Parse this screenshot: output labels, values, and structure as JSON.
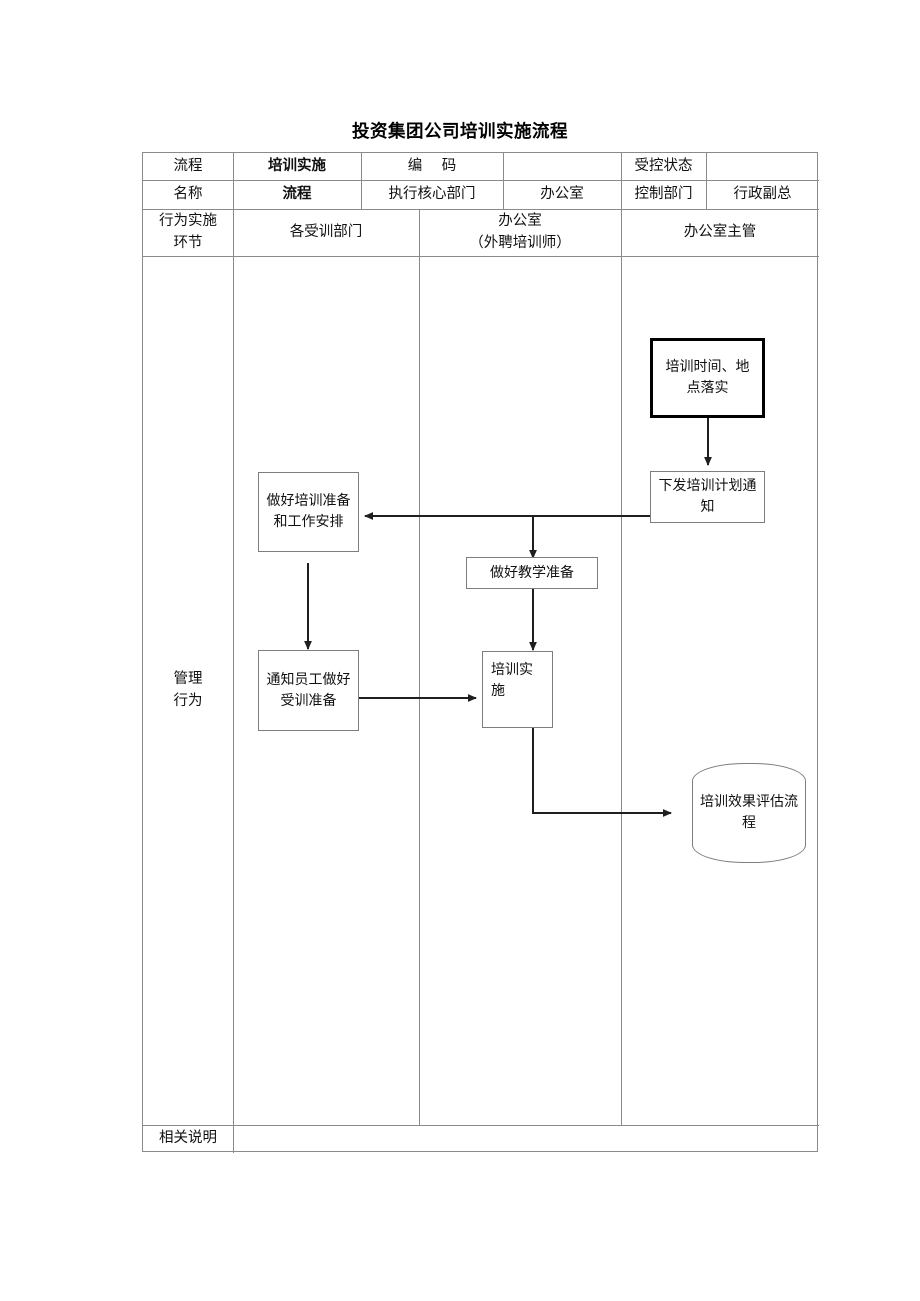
{
  "title": "投资集团公司培训实施流程",
  "header": {
    "row1": {
      "label_flow_name": "流程",
      "value_flow_name": "培训实施",
      "label_code": "编  码",
      "value_code": "",
      "label_controlled_status": "受控状态",
      "value_controlled_status": ""
    },
    "row2": {
      "label_flow_name_2": "名称",
      "value_flow_name_2": "流程",
      "label_core_dept": "执行核心部门",
      "value_core_dept": "办公室",
      "label_control_dept": "控制部门",
      "value_control_dept": "行政副总"
    },
    "row3": {
      "label_stage": "行为实施",
      "label_stage_2": "环节",
      "lane_1": "各受训部门",
      "lane_2_line1": "办公室",
      "lane_2_line2": "（外聘培训师）",
      "lane_3": "办公室主管"
    }
  },
  "body": {
    "row_label_line1": "管理",
    "row_label_line2": "行为"
  },
  "footer": {
    "label_remarks": "相关说明",
    "value_remarks": ""
  },
  "flow": {
    "nodes": [
      {
        "id": "n1",
        "text": "培训时间、地点落实",
        "shape": "rect-thick",
        "lane": "lane3"
      },
      {
        "id": "n2",
        "text": "下发培训计划通知",
        "shape": "rect",
        "lane": "lane3"
      },
      {
        "id": "n3",
        "text": "做好培训准备和工作安排",
        "shape": "rect",
        "lane": "lane1"
      },
      {
        "id": "n4",
        "text": "做好教学准备",
        "shape": "rect",
        "lane": "lane2"
      },
      {
        "id": "n5",
        "text": "通知员工做好受训准备",
        "shape": "rect",
        "lane": "lane1"
      },
      {
        "id": "n6",
        "text": "培训实施",
        "shape": "rect",
        "lane": "lane2"
      },
      {
        "id": "n7",
        "text": "培训效果评估流程",
        "shape": "rounded",
        "lane": "lane3"
      }
    ],
    "edges": [
      {
        "from": "n1",
        "to": "n2"
      },
      {
        "from": "n2",
        "to": "n3"
      },
      {
        "from": "n2",
        "to": "n4"
      },
      {
        "from": "n3",
        "to": "n5"
      },
      {
        "from": "n4",
        "to": "n6"
      },
      {
        "from": "n5",
        "to": "n6"
      },
      {
        "from": "n6",
        "to": "n7"
      }
    ]
  },
  "colors": {
    "grid": "#8a8a8a",
    "node_border": "#7d7d7d",
    "node_border_emphasis": "#000000",
    "wire": "#1f1f1f",
    "text": "#111111",
    "background": "#ffffff"
  }
}
